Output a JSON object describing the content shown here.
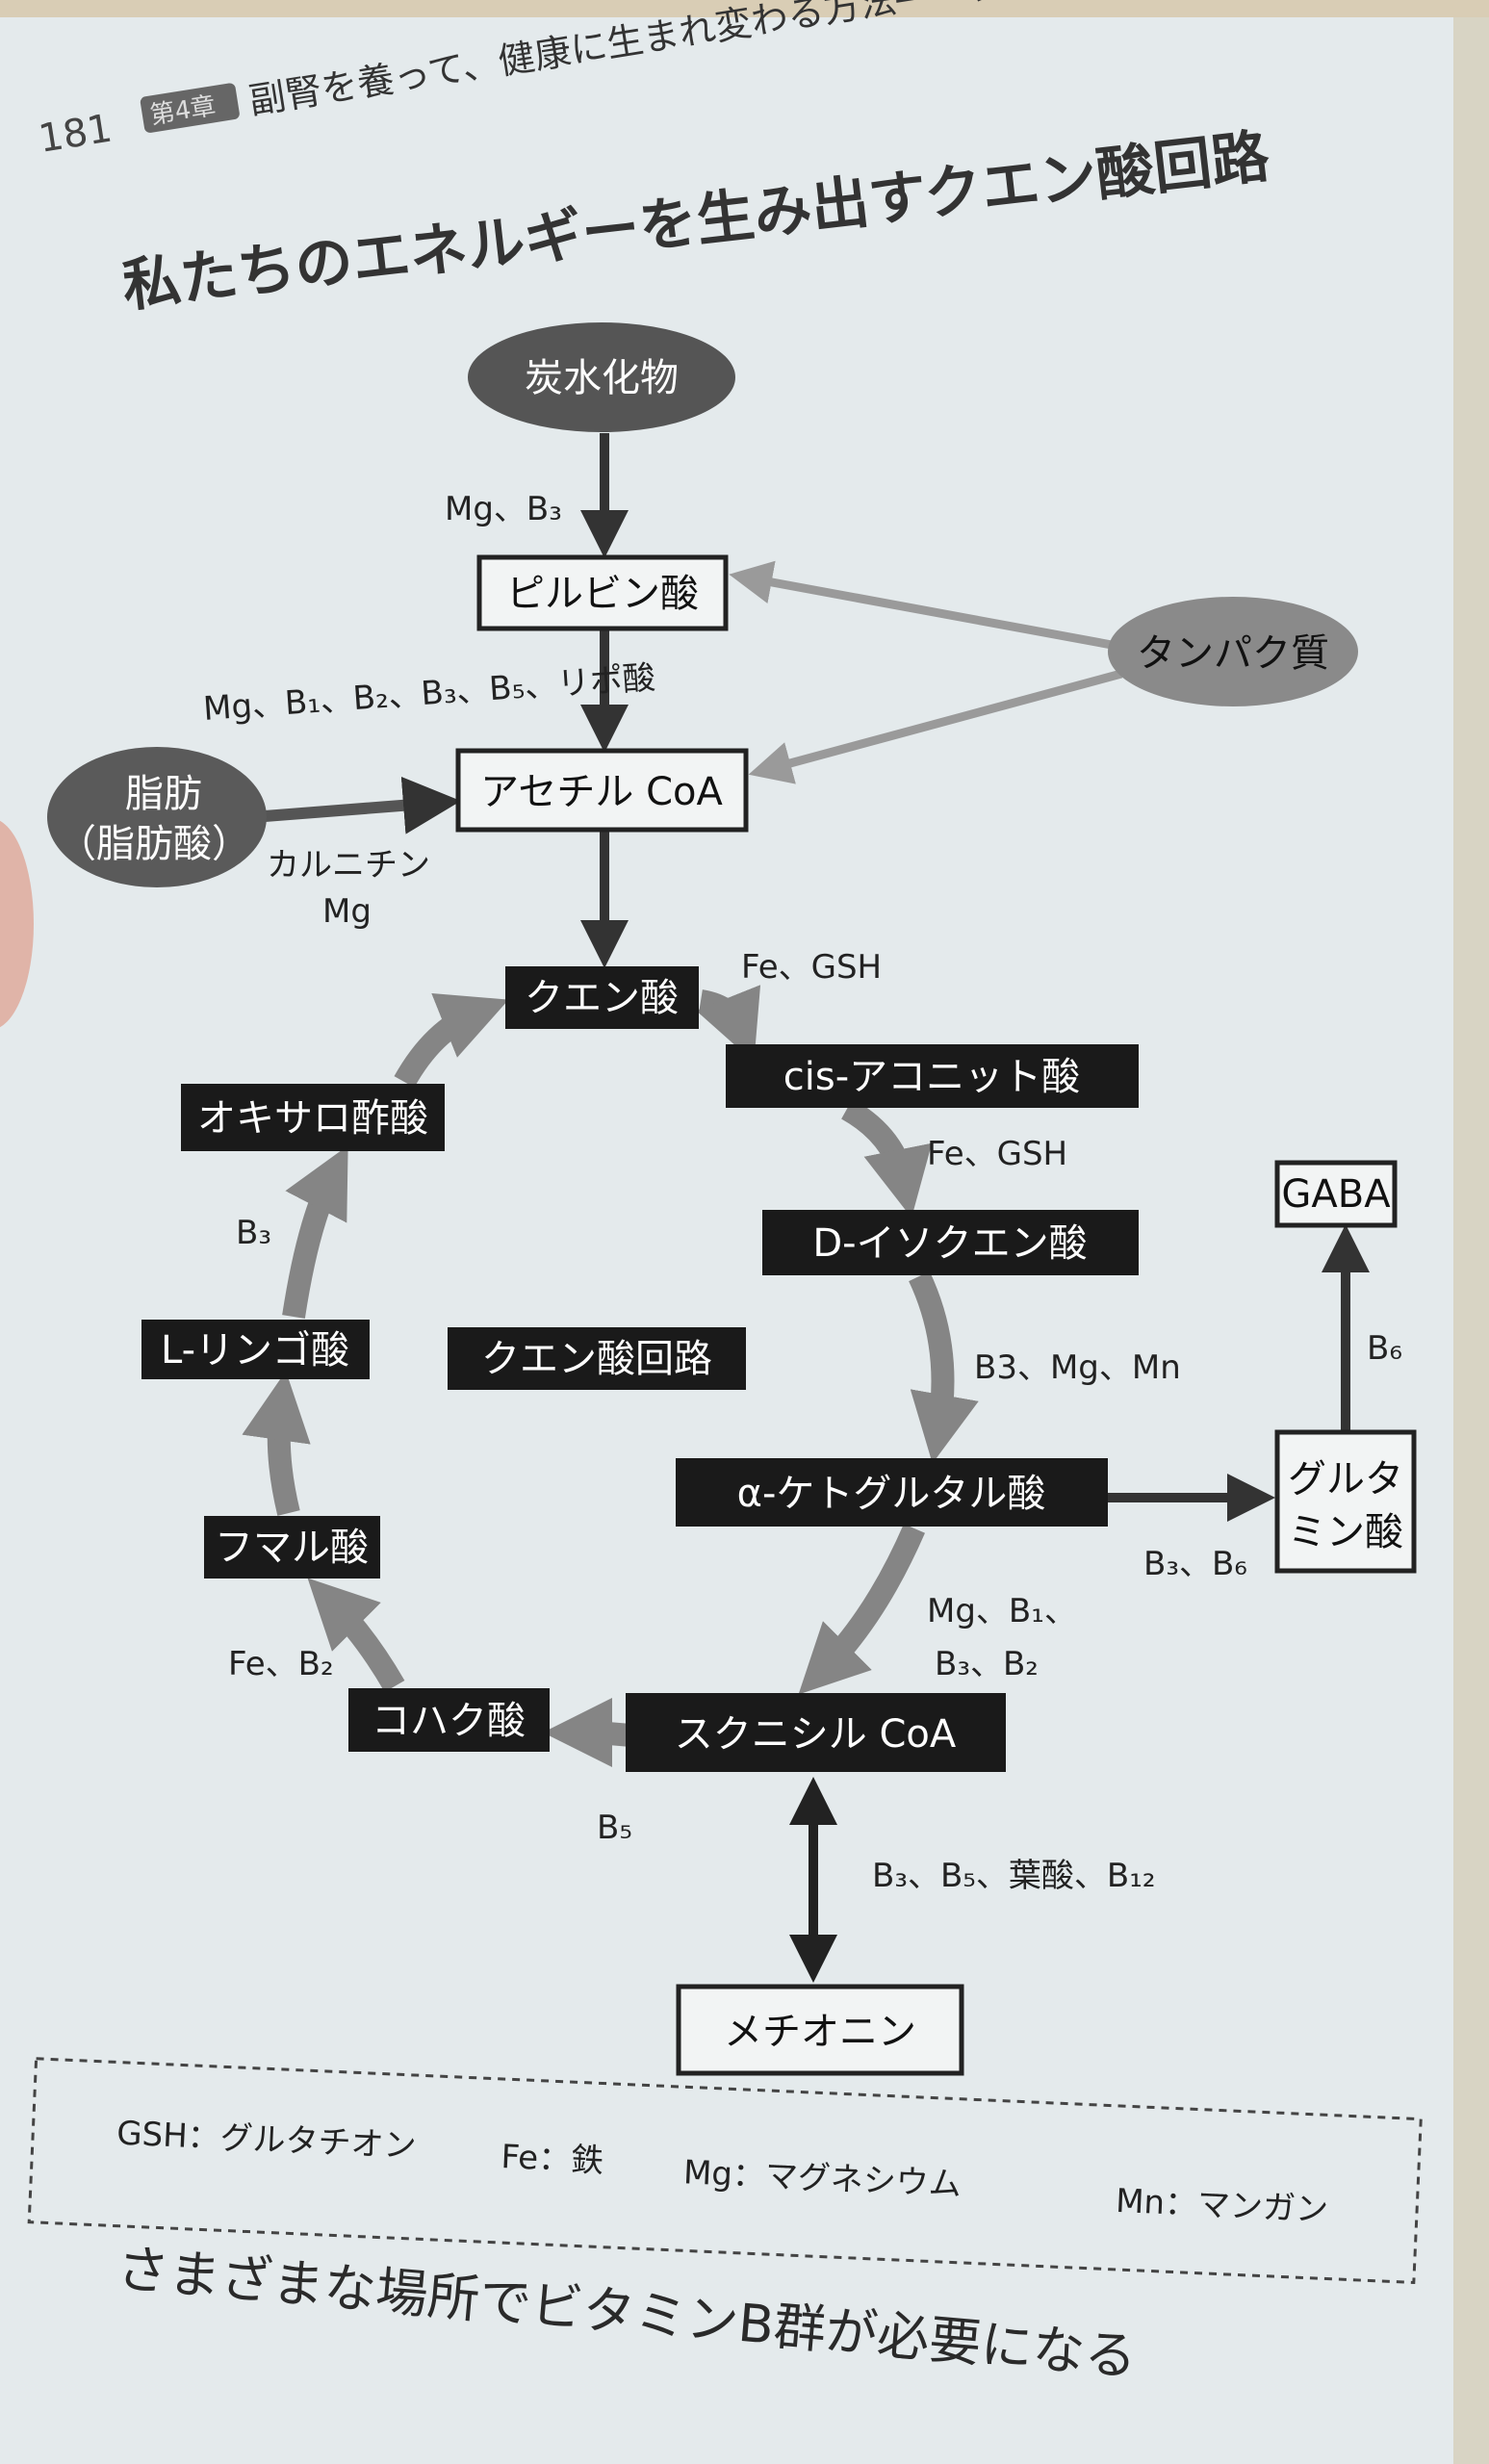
{
  "header": {
    "page_number": "181",
    "chapter_badge": "第4章",
    "running_head": "副腎を養って、健康に生まれ変わる方法――食事編"
  },
  "title": "私たちのエネルギーを生み出すクエン酸回路",
  "nodes": {
    "carbohydrate": "炭水化物",
    "pyruvate": "ピルビン酸",
    "protein": "タンパク質",
    "acetyl_coa": "アセチル CoA",
    "fat_line1": "脂肪",
    "fat_line2": "（脂肪酸）",
    "citrate": "クエン酸",
    "cis_aconitate": "cis-アコニット酸",
    "isocitrate": "D-イソクエン酸",
    "ketoglutarate": "α-ケトグルタル酸",
    "succinyl_coa": "スクニシル CoA",
    "succinate": "コハク酸",
    "fumarate": "フマル酸",
    "malate": "L-リンゴ酸",
    "oxaloacetate": "オキサロ酢酸",
    "cycle_label": "クエン酸回路",
    "gaba": "GABA",
    "glutamate_line1": "グルタ",
    "glutamate_line2": "ミン酸",
    "methionine": "メチオニン"
  },
  "cofactors": {
    "carb_to_pyruvate": "Mg、B₃",
    "pyruvate_to_acetyl": "Mg、B₁、B₂、B₃、B₅、リポ酸",
    "fat_line1": "カルニチン",
    "fat_line2": "Mg",
    "citrate_to_cis": "Fe、GSH",
    "cis_to_iso": "Fe、GSH",
    "iso_to_keto": "B3、Mg、Mn",
    "glutamate_to_gaba": "B₆",
    "keto_to_glutamate": "B₃、B₆",
    "keto_to_succinyl_1": "Mg、B₁、",
    "keto_to_succinyl_2": "B₃、B₂",
    "succinate_to_fumarate": "Fe、B₂",
    "succinyl_to_succinate": "B₅",
    "succinyl_methionine": "B₃、B₅、葉酸、B₁₂",
    "malate_to_oxaloacetate": "B₃"
  },
  "legend": {
    "items": [
      "GSH：グルタチオン",
      "Fe：鉄",
      "Mg：マグネシウム",
      "Mn：マンガン"
    ]
  },
  "caption": "さまざまな場所でビタミンB群が必要になる"
}
